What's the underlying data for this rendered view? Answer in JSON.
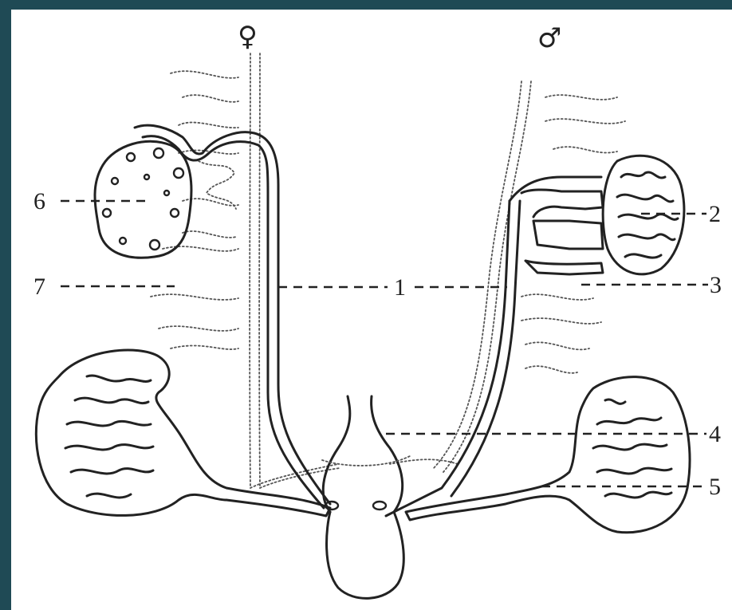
{
  "symbols": {
    "female": "♀",
    "male": "♂"
  },
  "labels": {
    "l1": "1",
    "l2": "2",
    "l3": "3",
    "l4": "4",
    "l5": "5",
    "l6": "6",
    "l7": "7"
  },
  "colors": {
    "frame_border": "#1f4a55",
    "background": "#ffffff",
    "ink": "#222222"
  }
}
